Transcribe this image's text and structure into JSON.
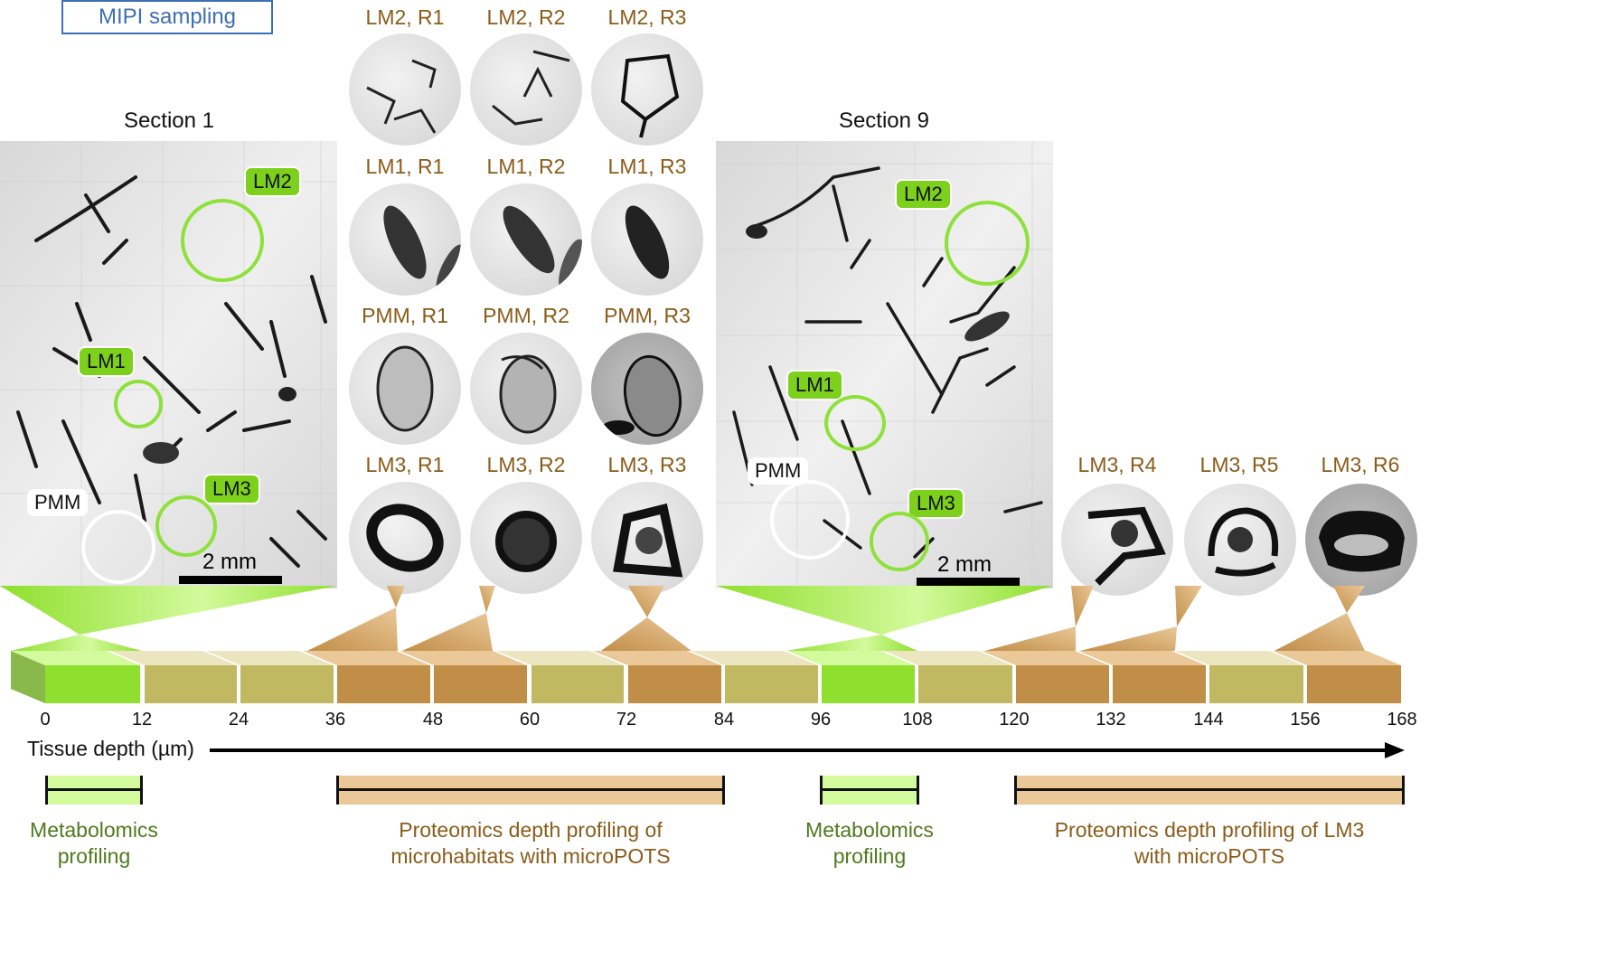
{
  "header": {
    "method_label": "MIPI sampling"
  },
  "sections": [
    {
      "title": "Section 1",
      "regions": [
        {
          "label": "LM2",
          "type": "green"
        },
        {
          "label": "LM1",
          "type": "green"
        },
        {
          "label": "LM3",
          "type": "green"
        },
        {
          "label": "PMM",
          "type": "white"
        }
      ],
      "scale_bar": "2 mm",
      "depth_range": [
        0,
        12
      ]
    },
    {
      "title": "Section 9",
      "regions": [
        {
          "label": "LM2",
          "type": "green"
        },
        {
          "label": "LM1",
          "type": "green"
        },
        {
          "label": "LM3",
          "type": "green"
        },
        {
          "label": "PMM",
          "type": "white"
        }
      ],
      "scale_bar": "2 mm",
      "depth_range": [
        96,
        108
      ]
    }
  ],
  "replicate_grid": {
    "rows": [
      [
        "LM2, R1",
        "LM2, R2",
        "LM2, R3"
      ],
      [
        "LM1, R1",
        "LM1, R2",
        "LM1, R3"
      ],
      [
        "PMM, R1",
        "PMM, R2",
        "PMM, R3"
      ],
      [
        "LM3, R1",
        "LM3, R2",
        "LM3, R3"
      ]
    ],
    "depth_ranges": [
      [
        36,
        48
      ],
      [
        48,
        60
      ],
      [
        72,
        84
      ]
    ]
  },
  "lm3_replicates": {
    "labels": [
      "LM3, R4",
      "LM3, R5",
      "LM3, R6"
    ],
    "depth_ranges": [
      [
        120,
        132
      ],
      [
        132,
        144
      ],
      [
        156,
        168
      ]
    ]
  },
  "timeline": {
    "axis_label": "Tissue depth (µm)",
    "ticks": [
      "0",
      "12",
      "24",
      "36",
      "48",
      "60",
      "72",
      "84",
      "96",
      "108",
      "120",
      "132",
      "144",
      "156",
      "168"
    ],
    "segments": [
      {
        "from": 0,
        "to": 12,
        "type": "metabolomics"
      },
      {
        "from": 12,
        "to": 24,
        "type": "unused"
      },
      {
        "from": 24,
        "to": 36,
        "type": "unused"
      },
      {
        "from": 36,
        "to": 48,
        "type": "proteomics"
      },
      {
        "from": 48,
        "to": 60,
        "type": "proteomics"
      },
      {
        "from": 60,
        "to": 72,
        "type": "unused"
      },
      {
        "from": 72,
        "to": 84,
        "type": "proteomics"
      },
      {
        "from": 84,
        "to": 96,
        "type": "unused"
      },
      {
        "from": 96,
        "to": 108,
        "type": "metabolomics"
      },
      {
        "from": 108,
        "to": 120,
        "type": "unused"
      },
      {
        "from": 120,
        "to": 132,
        "type": "proteomics"
      },
      {
        "from": 132,
        "to": 144,
        "type": "proteomics"
      },
      {
        "from": 144,
        "to": 156,
        "type": "unused"
      },
      {
        "from": 156,
        "to": 168,
        "type": "proteomics"
      }
    ],
    "colors": {
      "metabolomics": "#8fdf2e",
      "unused": "#c1b862",
      "proteomics": "#c18e48",
      "metabolomics_top": "#d3fa9c",
      "unused_top": "#ebe6c0",
      "proteomics_top": "#eac898"
    }
  },
  "ranges": [
    {
      "label_line1": "Metabolomics",
      "label_line2": "profiling",
      "from": 0,
      "to": 12,
      "type": "metabolomics"
    },
    {
      "label_line1": "Proteomics depth profiling of",
      "label_line2": "microhabitats with microPOTS",
      "from": 36,
      "to": 84,
      "type": "proteomics"
    },
    {
      "label_line1": "Metabolomics",
      "label_line2": "profiling",
      "from": 96,
      "to": 108,
      "type": "metabolomics"
    },
    {
      "label_line1": "Proteomics depth profiling of LM3",
      "label_line2": "with microPOTS",
      "from": 120,
      "to": 168,
      "type": "proteomics"
    }
  ]
}
